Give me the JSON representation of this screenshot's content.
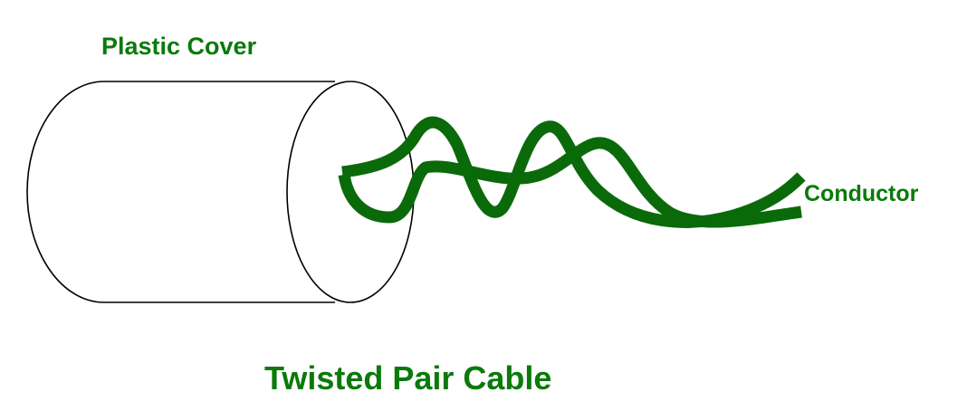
{
  "diagram": {
    "title": "Twisted Pair Cable",
    "labels": {
      "plastic_cover": "Plastic Cover",
      "conductor": "Conductor"
    },
    "colors": {
      "label": "#0a7a0a",
      "wire": "#0a6a0a",
      "outline": "#000000",
      "background": "#ffffff"
    }
  }
}
